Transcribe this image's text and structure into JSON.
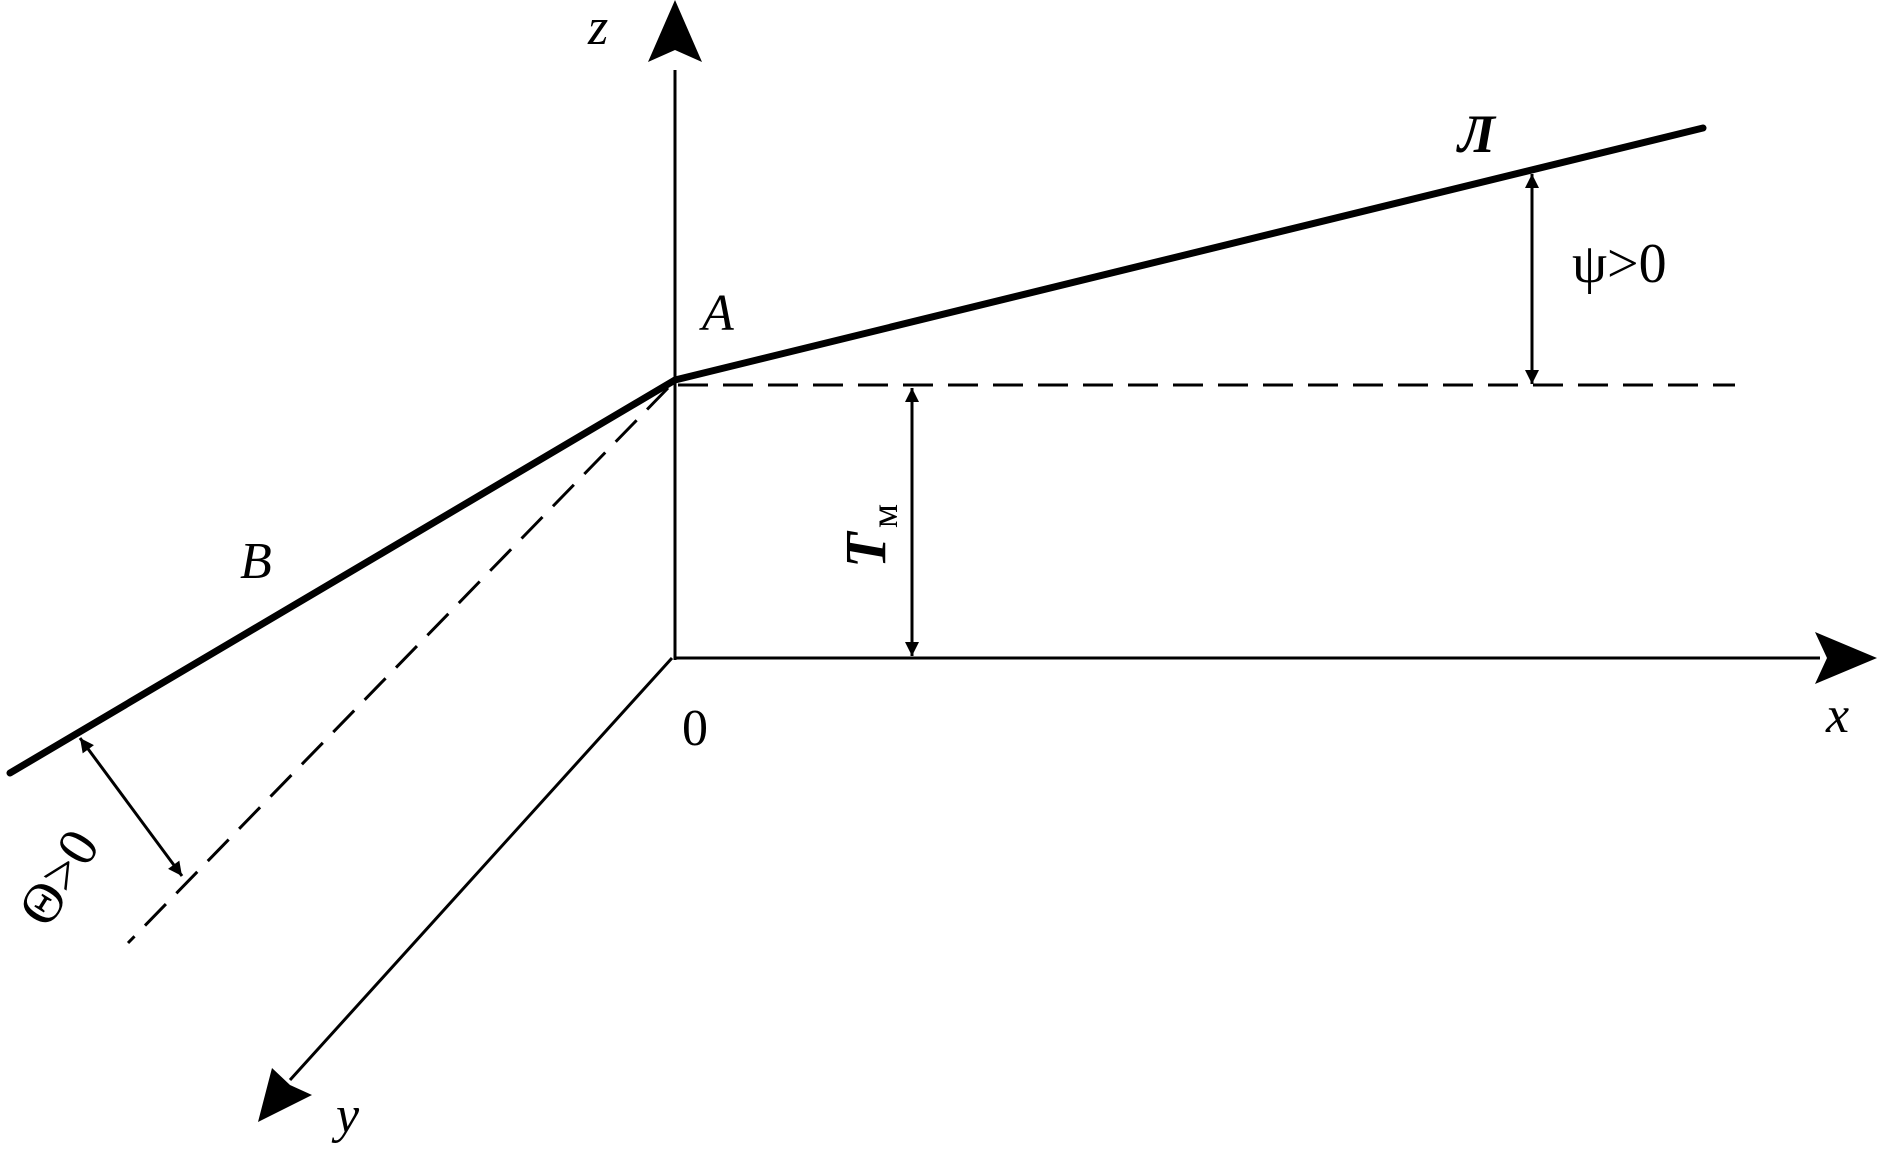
{
  "labels": {
    "axis_z": "z",
    "axis_x": "x",
    "axis_y": "y",
    "origin": "0",
    "point_a": "A",
    "branch_b": "B",
    "branch_l": "Л",
    "psi": "ψ>0",
    "theta": "Θ>0",
    "t_main": "T",
    "t_sub": "м"
  },
  "colors": {
    "ink": "#000000",
    "background": "#ffffff"
  }
}
